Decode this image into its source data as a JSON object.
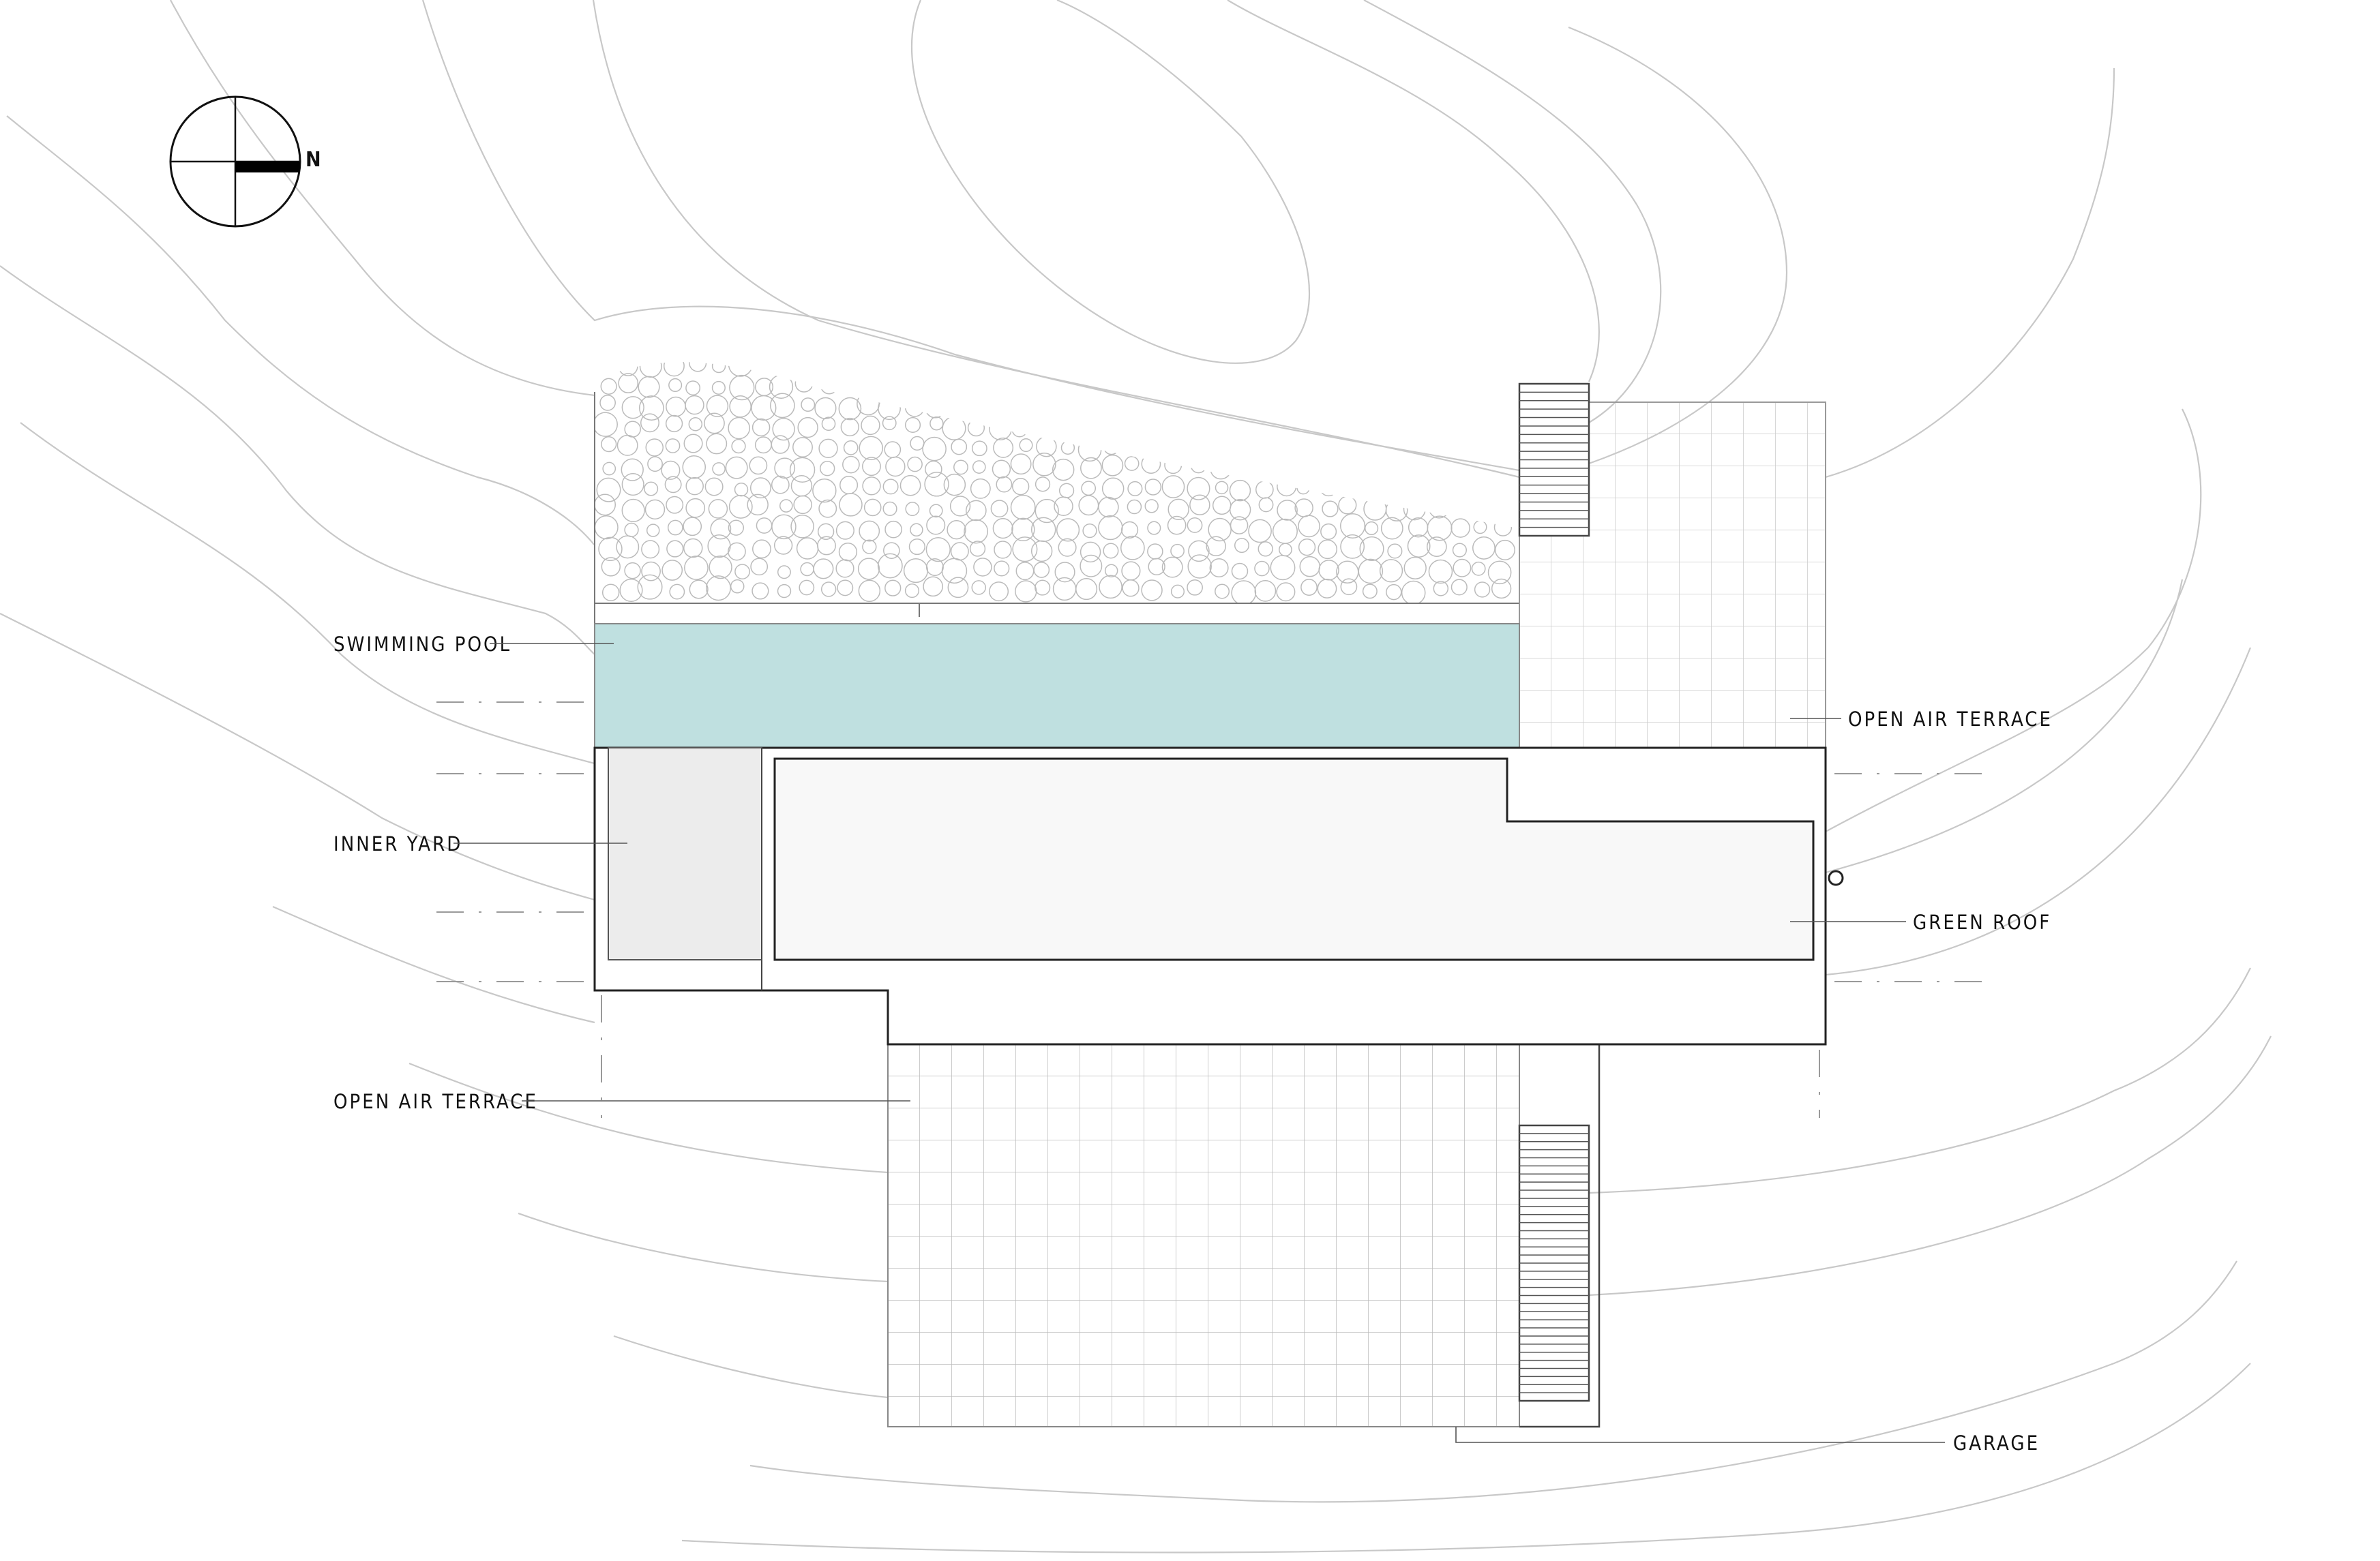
{
  "compass": {
    "north_label": "N"
  },
  "labels": {
    "swimming_pool": "SWIMMING POOL",
    "inner_yard": "INNER YARD",
    "open_air_terrace_left": "OPEN AIR TERRACE",
    "open_air_terrace_right": "OPEN AIR TERRACE",
    "green_roof": "GREEN ROOF",
    "garage": "GARAGE"
  },
  "colors": {
    "pool": "#bfe0e0",
    "inner_yard": "#ececec",
    "green_roof": "#f8f8f8",
    "contour": "#c8c8c8"
  }
}
